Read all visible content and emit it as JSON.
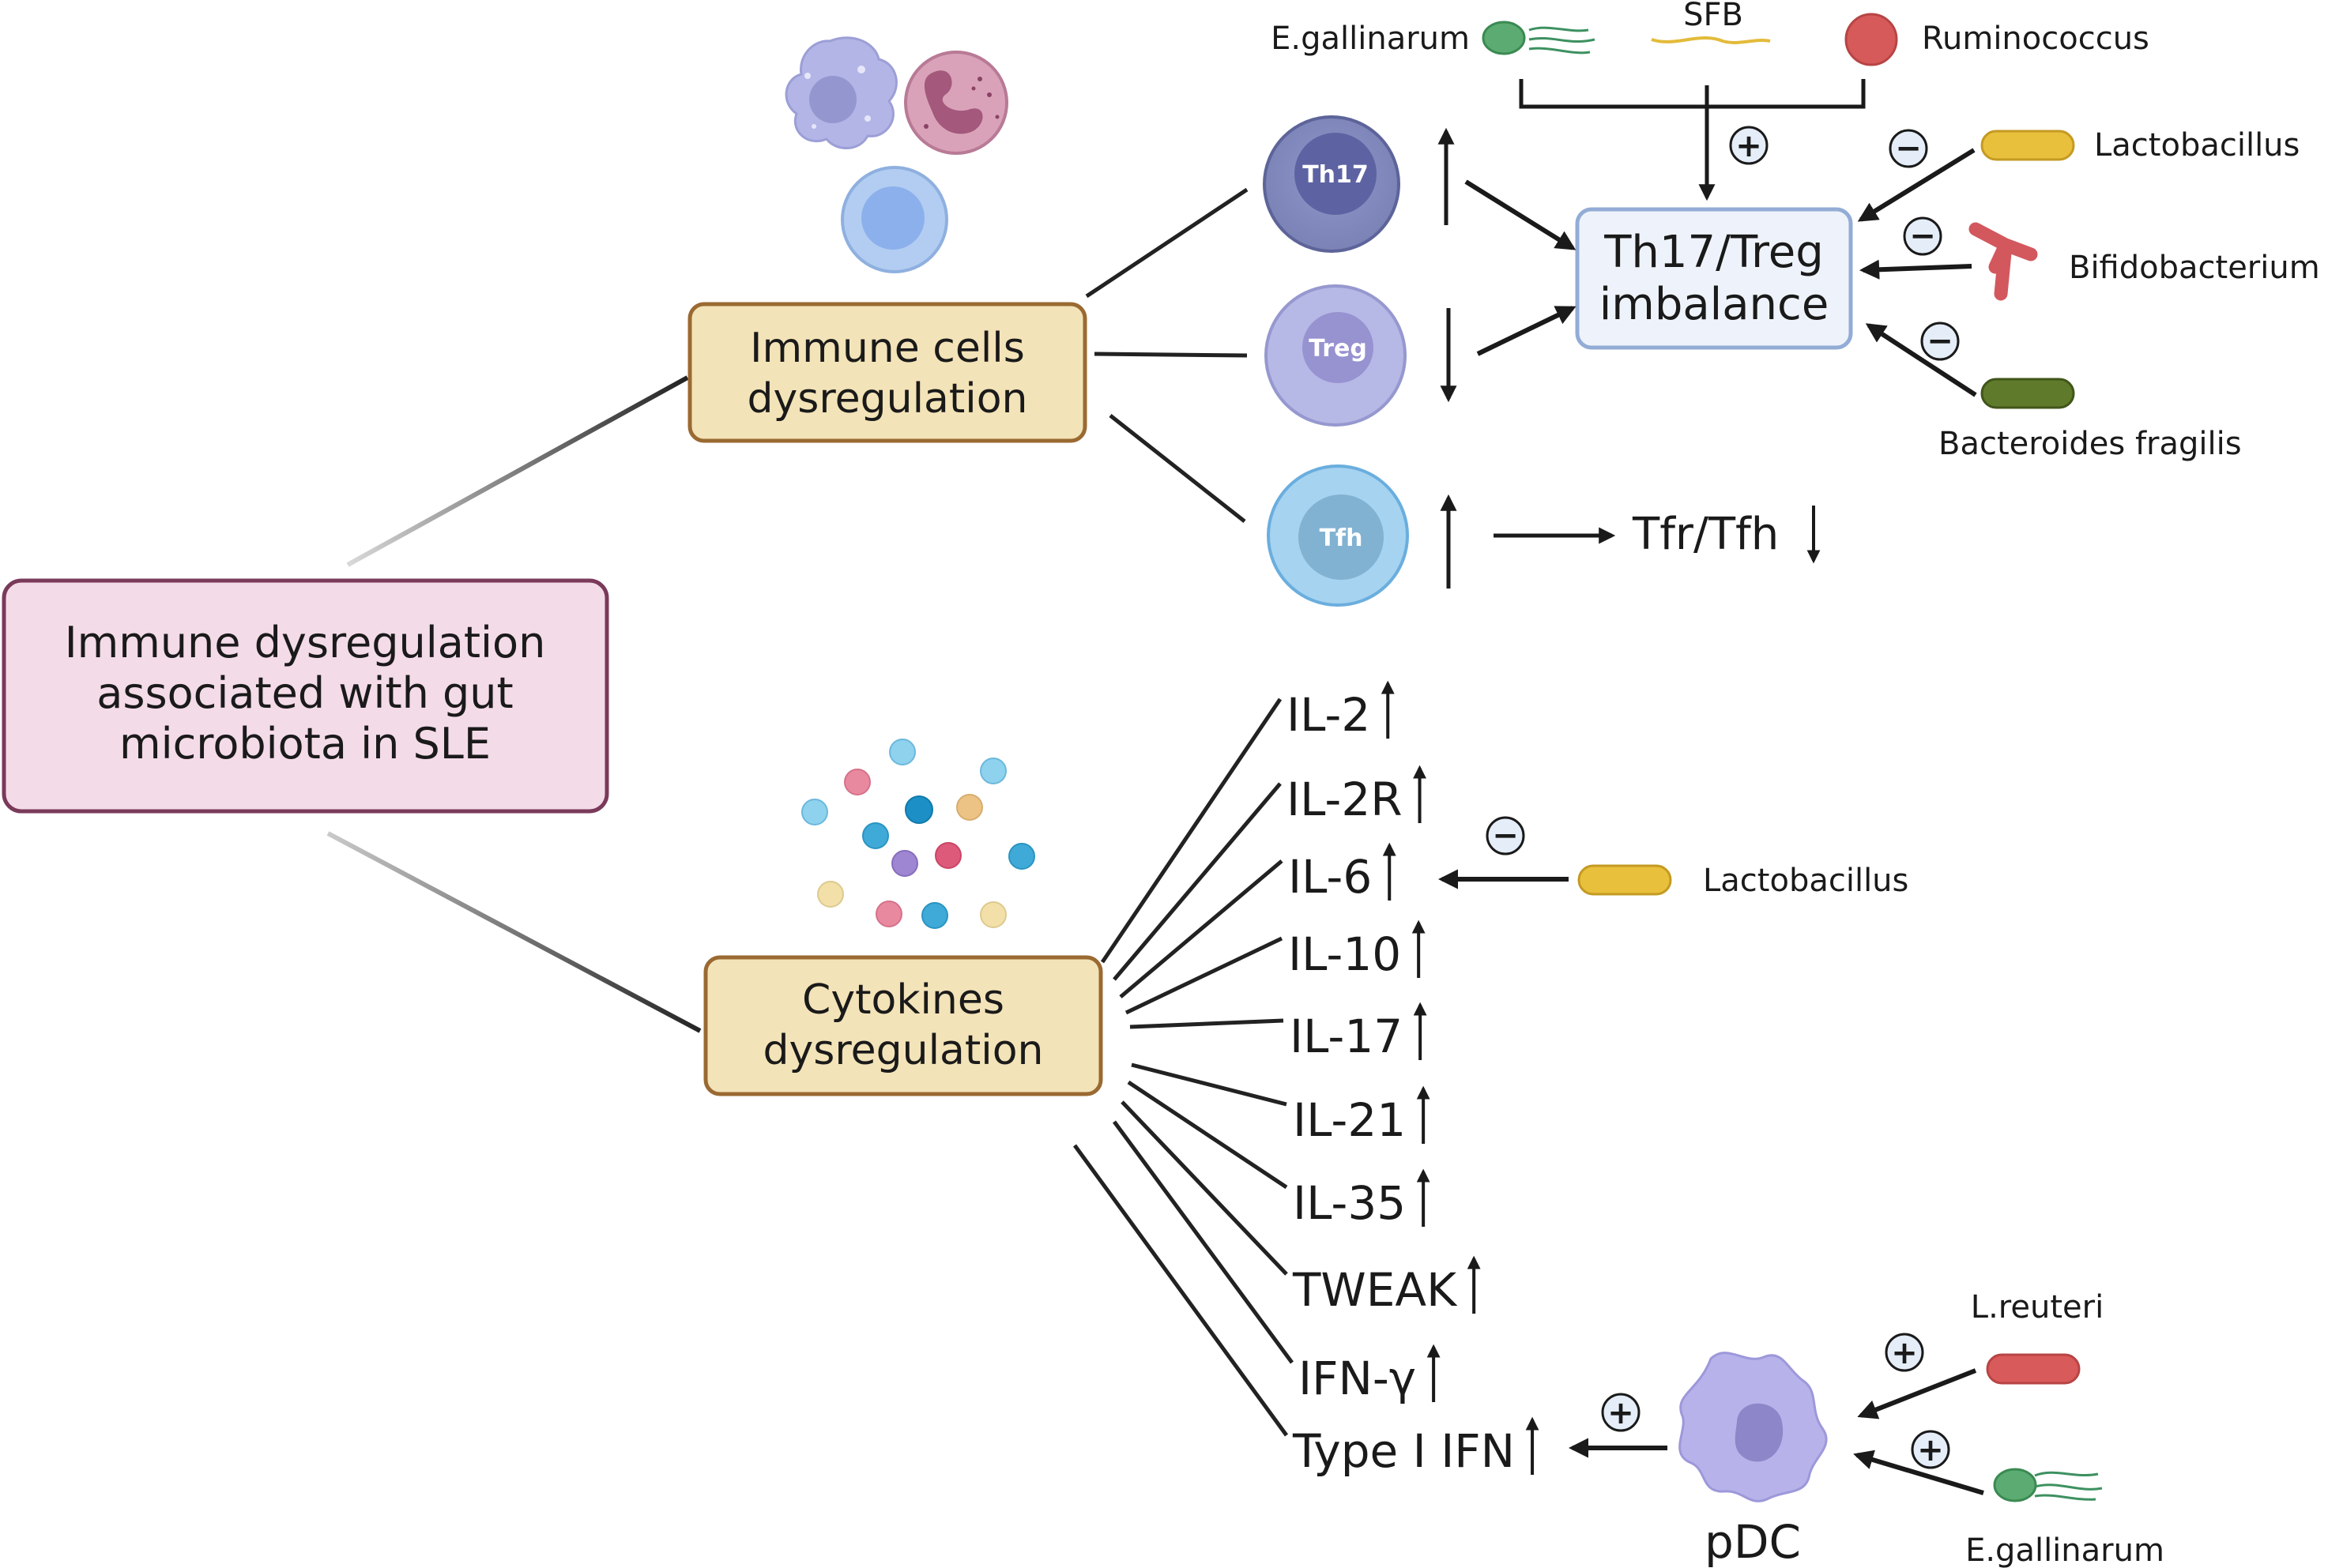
{
  "main_box": {
    "lines": [
      "Immune dysregulation",
      "associated with gut",
      "microbiota in SLE"
    ]
  },
  "immune_box": {
    "lines": [
      "Immune cells",
      "dysregulation"
    ]
  },
  "cytokine_box": {
    "lines": [
      "Cytokines",
      "dysregulation"
    ]
  },
  "imbalance_box": {
    "lines": [
      "Th17/Treg",
      "imbalance"
    ]
  },
  "cells": {
    "th17": "Th17",
    "treg": "Treg",
    "tfh": "Tfh"
  },
  "tfr_tfh": "Tfr/Tfh",
  "pdc": "pDC",
  "bacteria": {
    "e_gallinarum_top": "E.gallinarum",
    "sfb": "SFB",
    "ruminococcus": "Ruminococcus",
    "lactobacillus_top": "Lactobacillus",
    "bifidobacterium": "Bifidobacterium",
    "bacteroides": "Bacteroides fragilis",
    "lactobacillus_mid": "Lactobacillus",
    "l_reuteri": "L.reuteri",
    "e_gallinarum_bottom": "E.gallinarum"
  },
  "cytokines": [
    {
      "label": "IL-2",
      "trend": "up"
    },
    {
      "label": "IL-2R",
      "trend": "up"
    },
    {
      "label": "IL-6",
      "trend": "up"
    },
    {
      "label": "IL-10",
      "trend": "up"
    },
    {
      "label": "IL-17",
      "trend": "up"
    },
    {
      "label": "IL-21",
      "trend": "up"
    },
    {
      "label": "IL-35",
      "trend": "up"
    },
    {
      "label": "TWEAK",
      "trend": "up"
    },
    {
      "label": "IFN-γ",
      "trend": "up"
    },
    {
      "label": "Type I IFN",
      "trend": "up"
    }
  ],
  "signs": {
    "plus": "+",
    "minus": "−"
  },
  "colors": {
    "main_box_fill": "#f4dbe8",
    "main_box_stroke": "#7a3a5a",
    "sub_box_fill": "#f3e3b8",
    "sub_box_stroke": "#9a6a32",
    "imbalance_fill": "#eef3fb",
    "imbalance_stroke": "#93acd6"
  }
}
